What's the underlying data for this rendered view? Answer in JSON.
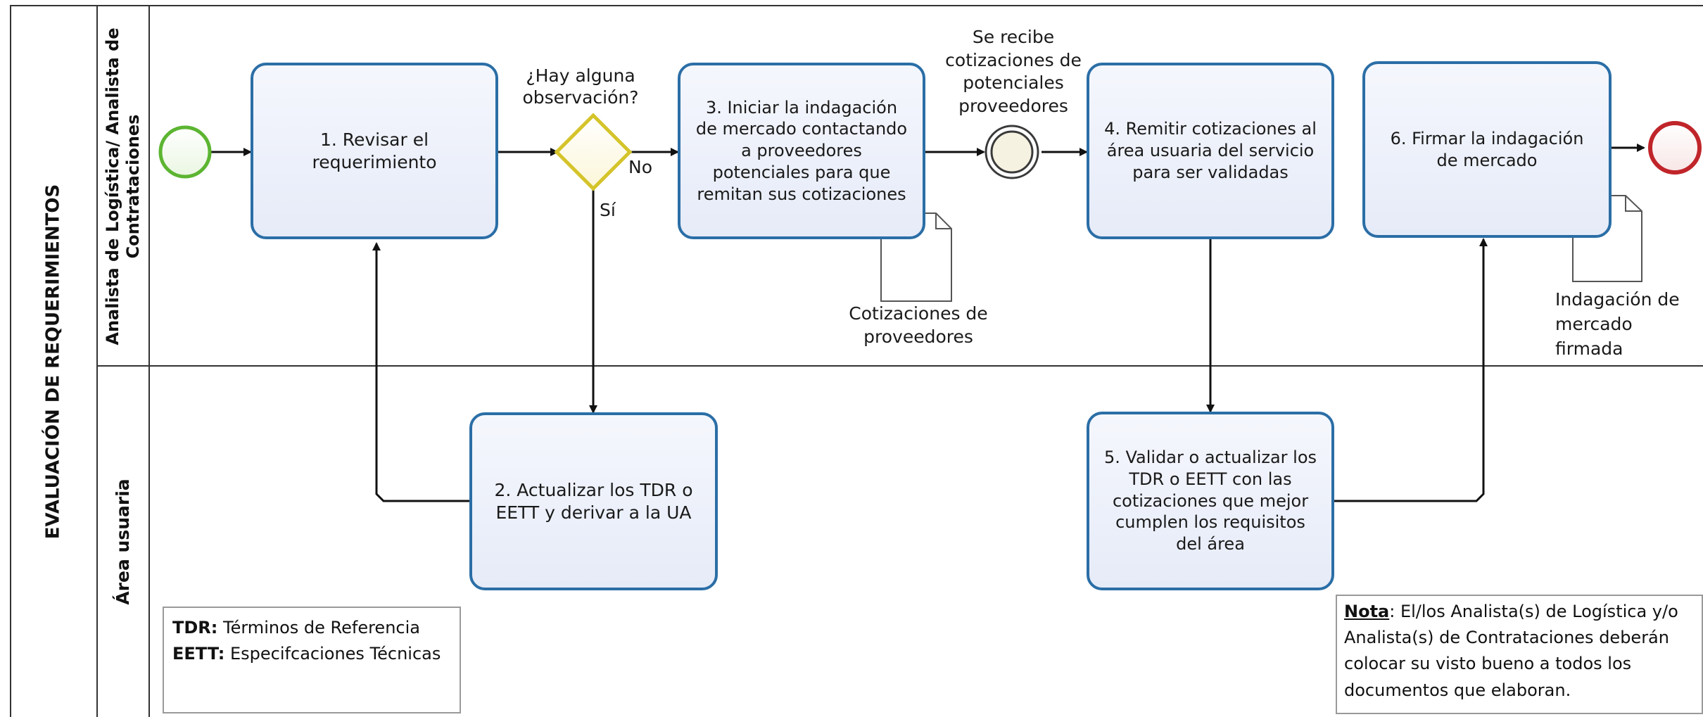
{
  "pool": {
    "title": "EVALUACIÓN DE REQUERIMIENTOS"
  },
  "lanes": {
    "top": {
      "line1": "Analista de Logística/ Analista de",
      "line2": "Contrataciones"
    },
    "bottom": {
      "label": "Área usuaria"
    }
  },
  "tasks": {
    "t1": "1. Revisar el requerimiento",
    "t2": "2. Actualizar los TDR o EETT y derivar a la UA",
    "t3": "3. Iniciar la indagación de mercado contactando a proveedores potenciales para que remitan sus cotizaciones",
    "t4": "4. Remitir cotizaciones al área usuaria del servicio para ser validadas",
    "t5": "5. Validar o actualizar los TDR o EETT con las cotizaciones que mejor cumplen los requisitos del área",
    "t6": "6. Firmar la indagación de mercado"
  },
  "gateway": {
    "question": "¿Hay alguna observación?",
    "no": "No",
    "yes": "Sí"
  },
  "intermediate_event": {
    "label": "Se recibe cotizaciones de potenciales proveedores"
  },
  "documents": {
    "d1": "Cotizaciones de proveedores",
    "d2": "Indagación de mercado firmada"
  },
  "legend": {
    "tdr_abbr": "TDR:",
    "tdr_text": "Términos de Referencia",
    "eett_abbr": "EETT:",
    "eett_text": "Especifcaciones Técnicas"
  },
  "note": {
    "title": "Nota",
    "text": ": El/los Analista(s) de Logística y/o Analista(s) de Contrataciones deberán colocar su visto bueno a todos los documentos que elaboran."
  },
  "colors": {
    "task_border": "#2b6ea6",
    "start_event": "#5cb531",
    "end_event": "#c0252a",
    "gateway": "#d4c42a"
  }
}
